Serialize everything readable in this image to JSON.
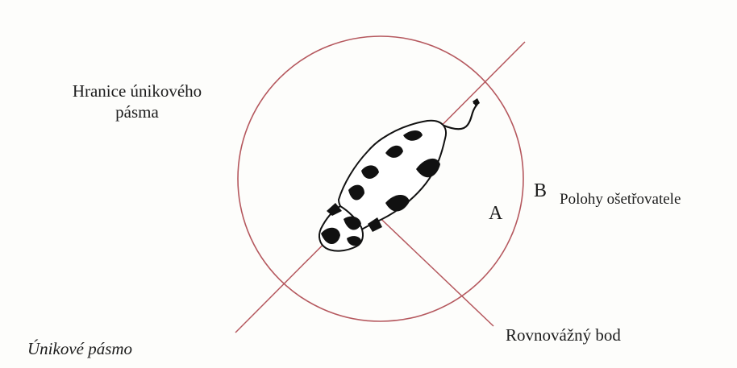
{
  "labels": {
    "boundary_line1": "Hranice únikového",
    "boundary_line2": "pásma",
    "point_a": "A",
    "point_b": "B",
    "handler_positions": "Polohy ošetřovatele",
    "balance_point": "Rovnovážný bod",
    "flight_zone": "Únikové pásmo"
  },
  "colors": {
    "circle": "#b5585e",
    "lines": "#b5585e",
    "cow_fill": "#ffffff",
    "cow_spots": "#111111"
  },
  "icons": {
    "animal": "cow-topview-icon"
  }
}
